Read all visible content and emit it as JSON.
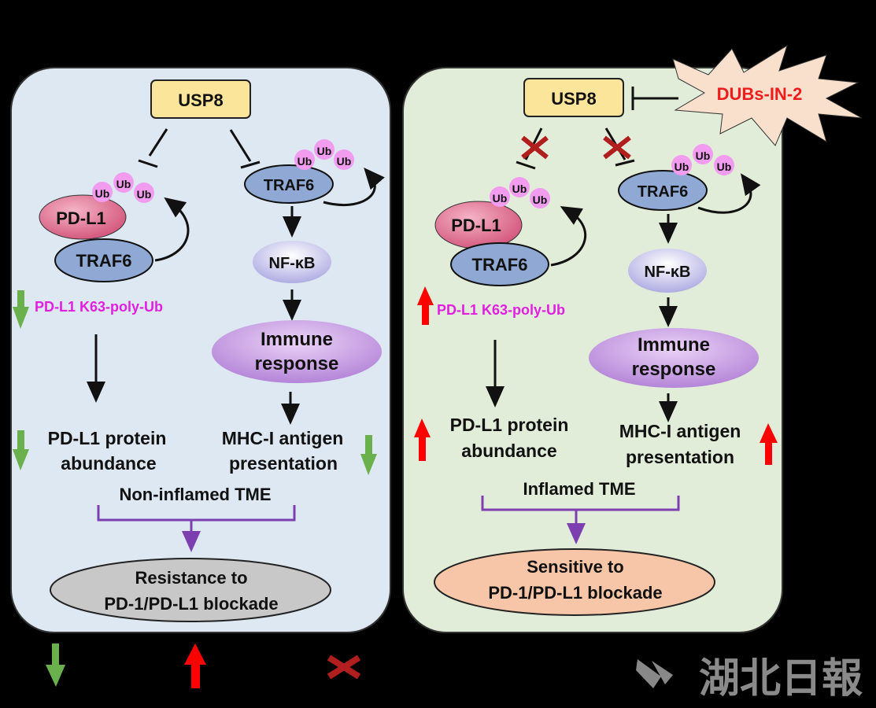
{
  "panels": {
    "left": {
      "usp8": "USP8",
      "pdl1": "PD-L1",
      "traf6_bound": "TRAF6",
      "traf6_free": "TRAF6",
      "ub": [
        "Ub",
        "Ub",
        "Ub"
      ],
      "nfkb": "NF-κB",
      "immune": [
        "Immune",
        "response"
      ],
      "k63": "PD-L1  K63-poly-Ub",
      "abundance": [
        "PD-L1 protein",
        "abundance"
      ],
      "mhc": [
        "MHC-I antigen",
        "presentation"
      ],
      "tme": "Non-inflamed TME",
      "outcome": [
        "Resistance to",
        "PD-1/PD-L1 blockade"
      ],
      "direction": "down"
    },
    "right": {
      "usp8": "USP8",
      "inhibitor": "DUBs-IN-2",
      "pdl1": "PD-L1",
      "traf6_bound": "TRAF6",
      "traf6_free": "TRAF6",
      "ub": [
        "Ub",
        "Ub",
        "Ub"
      ],
      "nfkb": "NF-κB",
      "immune": [
        "Immune",
        "response"
      ],
      "k63": "PD-L1  K63-poly-Ub",
      "abundance": [
        "PD-L1 protein",
        "abundance"
      ],
      "mhc": [
        "MHC-I antigen",
        "presentation"
      ],
      "tme": "Inflamed TME",
      "outcome": [
        "Sensitive to",
        "PD-1/PD-L1 blockade"
      ],
      "direction": "up"
    }
  },
  "legend": {
    "items": [
      "down-arrow-green",
      "up-arrow-red",
      "blocked-cross"
    ]
  },
  "watermark": "湖北日報",
  "colors": {
    "left_bg": "#dde8f3",
    "right_bg": "#e2edd9",
    "usp8": "#fbe59a",
    "pdl1": "#e07a98",
    "traf6": "#8fa9d4",
    "nfkb": "#c9c8ee",
    "immune": "#c89ae0",
    "ub": "#f29cf0",
    "magenta_text": "#e020e0",
    "green": "#6ab04c",
    "red": "#ff0000",
    "purple": "#7d3fb0",
    "resist": "#c8c8c8",
    "sensitive": "#f7c6a8",
    "inhibitor_text": "#ee1c1c"
  }
}
